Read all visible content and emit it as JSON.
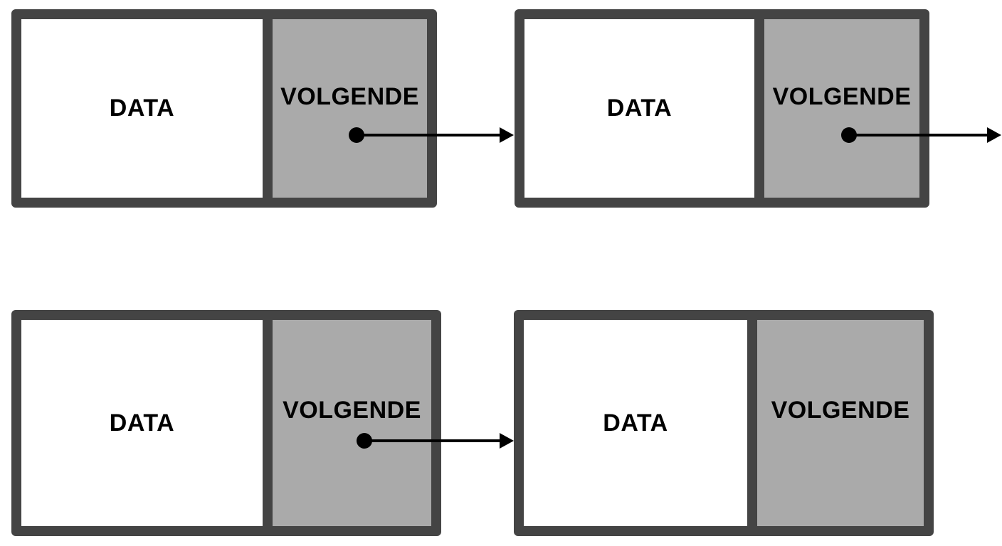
{
  "nodes": [
    {
      "data_label": "DATA",
      "next_label": "VOLGENDE"
    },
    {
      "data_label": "DATA",
      "next_label": "VOLGENDE"
    },
    {
      "data_label": "DATA",
      "next_label": "VOLGENDE"
    },
    {
      "data_label": "DATA",
      "next_label": "VOLGENDE"
    }
  ],
  "colors": {
    "border": "#444444",
    "next_cell_fill": "#aaaaaa",
    "data_cell_fill": "#ffffff",
    "pointer": "#000000"
  },
  "pointers": [
    {
      "from": "node-1",
      "to": "node-2"
    },
    {
      "from": "node-2",
      "to": "off-page"
    },
    {
      "from": "node-3",
      "to": "node-4"
    }
  ]
}
